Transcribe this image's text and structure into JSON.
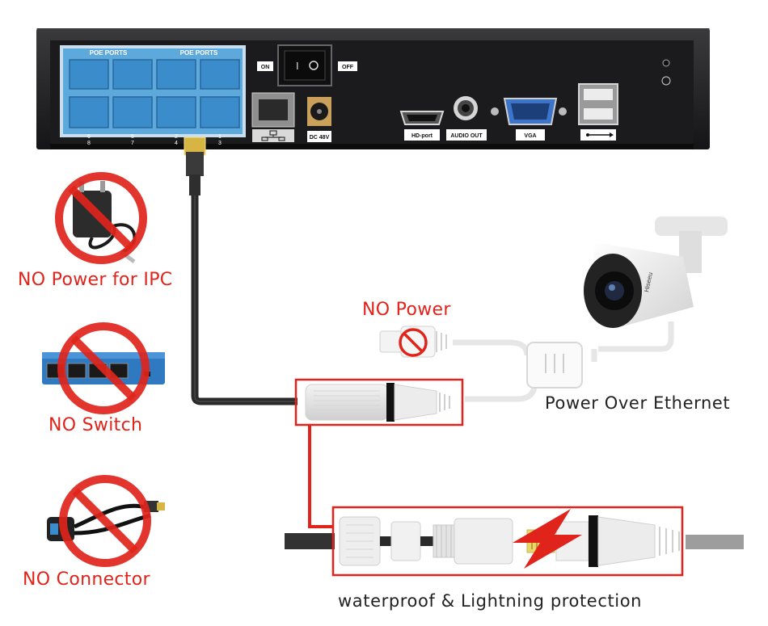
{
  "nvr": {
    "poe_group_1": "POE PORTS",
    "poe_group_2": "POE PORTS",
    "port_numbers_top": [
      "6",
      "5",
      "2",
      "1"
    ],
    "port_numbers_bottom": [
      "8",
      "7",
      "4",
      "3"
    ],
    "on_label": "ON",
    "off_label": "OFF",
    "dc_label": "DC 48V",
    "hd_label": "HD-port",
    "audio_label": "AUDIO OUT",
    "vga_label": "VGA"
  },
  "camera": {
    "brand": "Hiseeu"
  },
  "labels": {
    "no_power_ipc": "NO Power for IPC",
    "no_switch": "NO Switch",
    "no_connector": "NO Connector",
    "no_power": "NO Power",
    "poe": "Power Over Ethernet",
    "waterproof": "waterproof & Lightning protection"
  },
  "colors": {
    "highlight_red": "#e0241b",
    "port_blue": "#3a9bd5",
    "nvr_body": "#1c1c1e",
    "cable_dark": "#2a2a2a"
  },
  "icons": [
    "no-power-adapter-icon",
    "no-switch-icon",
    "no-connector-icon",
    "prohibited-icon",
    "lightning-bolt-icon",
    "network-icon",
    "usb-icon",
    "ground-icon"
  ]
}
